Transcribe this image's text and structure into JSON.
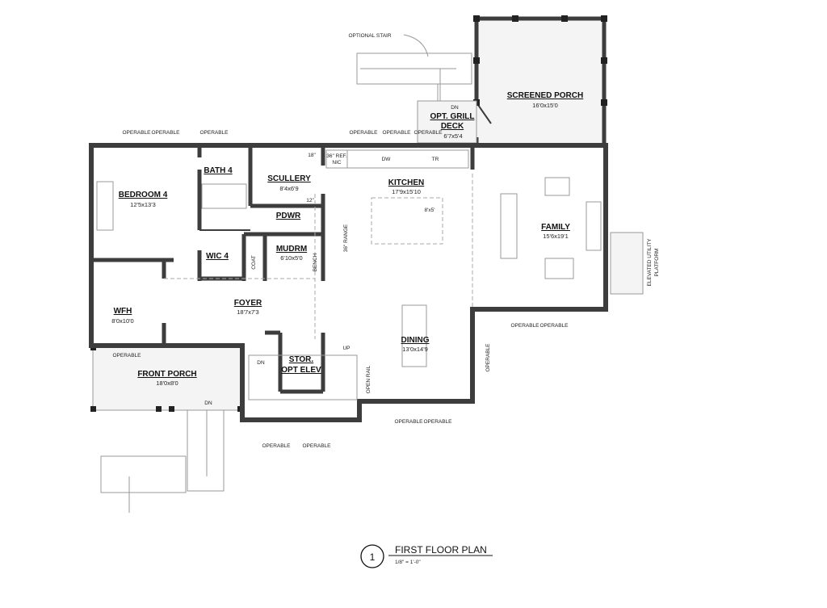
{
  "rooms": {
    "bedroom4": {
      "name": "BEDROOM 4",
      "dims": "12'5x13'3"
    },
    "bath4": {
      "name": "BATH 4"
    },
    "scullery": {
      "name": "SCULLERY",
      "dims": "8'4x6'9",
      "note_top": "18\"",
      "note_bottom": "12\""
    },
    "ref": {
      "line1": "36\" REF.",
      "line2": "NIC"
    },
    "pdwr": {
      "name": "PDWR"
    },
    "mudrm": {
      "name": "MUDRM",
      "dims": "6'10x5'0",
      "coat": "COAT",
      "bench": "BENCH"
    },
    "range": "36\" RANGE",
    "wic4": {
      "name": "WIC 4"
    },
    "kitchen": {
      "name": "KITCHEN",
      "dims": "17'9x15'10",
      "island": "8'x5'",
      "dw": "DW",
      "tr": "TR"
    },
    "family": {
      "name": "FAMILY",
      "dims": "15'6x19'1"
    },
    "screened_porch": {
      "name": "SCREENED PORCH",
      "dims": "16'0x15'0"
    },
    "grill_deck": {
      "dn": "DN",
      "line1": "OPT. GRILL",
      "line2": "DECK",
      "dims": "6'7x5'4"
    },
    "optional_stair": "OPTIONAL STAIR",
    "wfh": {
      "name": "WFH",
      "dims": "8'0x10'0"
    },
    "foyer": {
      "name": "FOYER",
      "dims": "18'7x7'3"
    },
    "stor": {
      "line1": "STOR.",
      "line2": "OPT ELEV"
    },
    "stair": {
      "dn": "DN",
      "up": "UP",
      "open_rail": "OPEN RAIL"
    },
    "dining": {
      "name": "DINING",
      "dims": "13'0x14'9"
    },
    "front_porch": {
      "name": "FRONT PORCH",
      "dims": "18'0x8'0",
      "dn": "DN"
    },
    "utility": {
      "line1": "ELEVATED UTILITY",
      "line2": "PLATFORM"
    }
  },
  "window_label": "OPERABLE",
  "title": {
    "number": "1",
    "text": "FIRST FLOOR PLAN",
    "scale": "1/8\" = 1'-0\""
  }
}
